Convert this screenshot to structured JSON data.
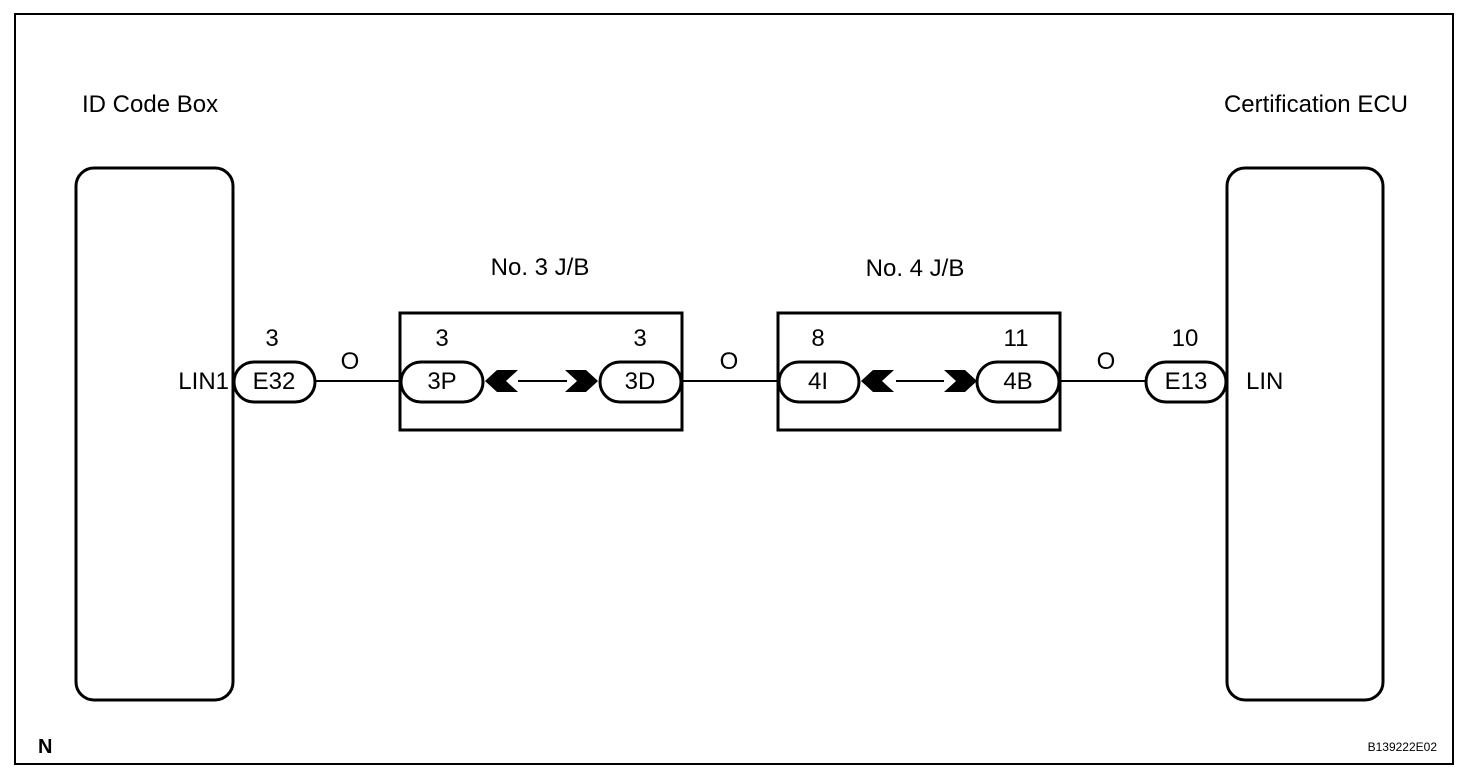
{
  "components": {
    "left": {
      "title": "ID Code Box",
      "pin_name": "LIN1"
    },
    "right": {
      "title": "Certification ECU",
      "pin_name": "LIN"
    }
  },
  "junction_blocks": [
    {
      "title": "No. 3 J/B",
      "left_connector": {
        "id": "3P",
        "pin": "3"
      },
      "right_connector": {
        "id": "3D",
        "pin": "3"
      }
    },
    {
      "title": "No. 4 J/B",
      "left_connector": {
        "id": "4I",
        "pin": "8"
      },
      "right_connector": {
        "id": "4B",
        "pin": "11"
      }
    }
  ],
  "connectors": [
    {
      "id": "E32",
      "pin": "3"
    },
    {
      "id": "E13",
      "pin": "10"
    }
  ],
  "wires": [
    {
      "color_code": "O"
    },
    {
      "color_code": "O"
    },
    {
      "color_code": "O"
    }
  ],
  "footer": {
    "left_mark": "N",
    "figure_id": "B139222E02"
  }
}
